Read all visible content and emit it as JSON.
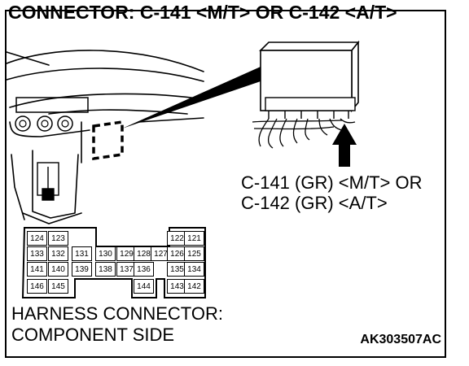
{
  "title": "CONNECTOR: C-141 <M/T> OR C-142 <A/T>",
  "connector_label": {
    "line1": "C-141 (GR) <M/T> OR",
    "line2": "C-142 (GR) <A/T>"
  },
  "harness_label": {
    "line1": "HARNESS CONNECTOR:",
    "line2": "COMPONENT SIDE"
  },
  "figure_code": "AK303507AC",
  "pins": {
    "r1c1": "124",
    "r1c2": "123",
    "r1c8": "122",
    "r1c9": "121",
    "r2c1": "133",
    "r2c2": "132",
    "r2c3": "131",
    "r2c4": "130",
    "r2c5": "129",
    "r2c6": "128",
    "r2c7": "127",
    "r2c8": "126",
    "r2c9": "125",
    "r3c1": "141",
    "r3c2": "140",
    "r3c3": "139",
    "r3c4": "138",
    "r3c5": "137",
    "r3c6": "136",
    "r3c8": "135",
    "r3c9": "134",
    "r4c1": "146",
    "r4c2": "145",
    "r4c6": "144",
    "r4c8": "143",
    "r4c9": "142"
  }
}
